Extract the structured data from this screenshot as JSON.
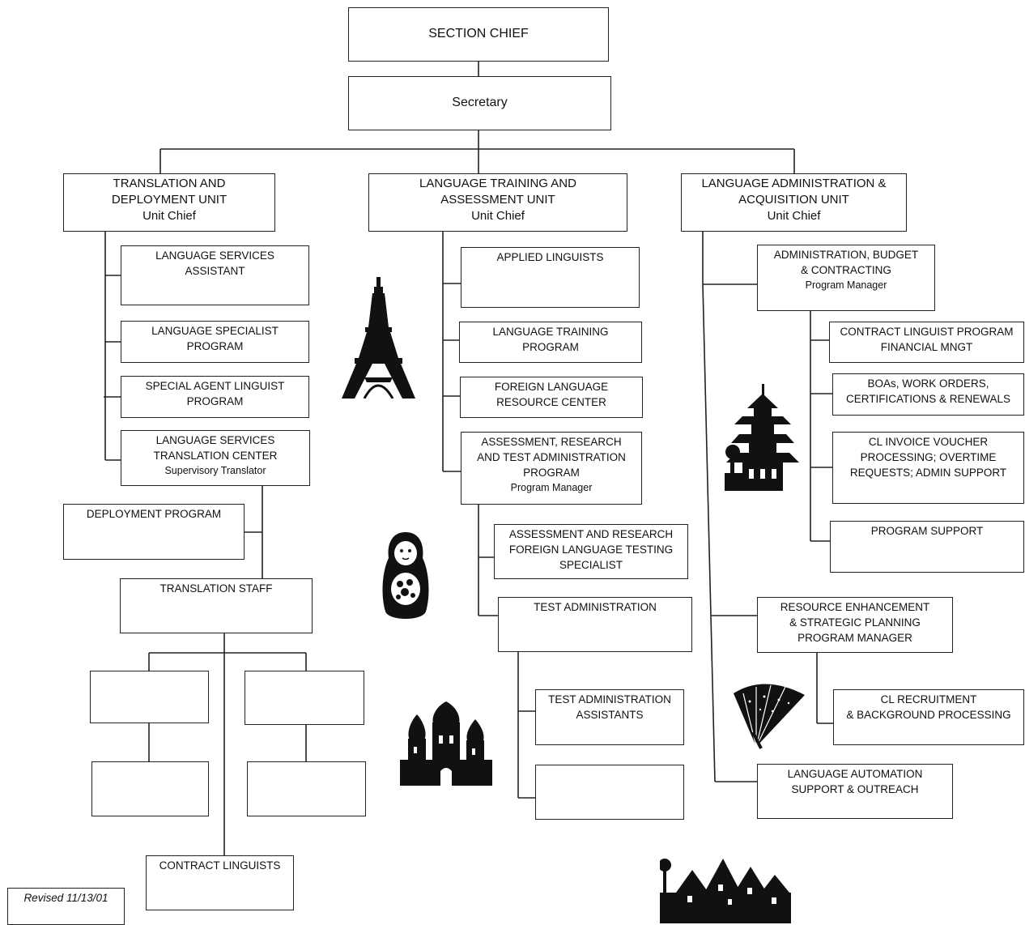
{
  "chart": {
    "section_chief": "SECTION CHIEF",
    "secretary": "Secretary",
    "units": {
      "translation": {
        "line1": "TRANSLATION AND",
        "line2": "DEPLOYMENT UNIT",
        "line3": "Unit Chief"
      },
      "training": {
        "line1": "LANGUAGE TRAINING AND",
        "line2": "ASSESSMENT UNIT",
        "line3": "Unit Chief"
      },
      "admin": {
        "line1": "LANGUAGE ADMINISTRATION &",
        "line2": "ACQUISITION UNIT",
        "line3": "Unit Chief"
      }
    },
    "translation_unit": {
      "lsa": [
        "LANGUAGE SERVICES",
        "ASSISTANT"
      ],
      "lsp": [
        "LANGUAGE SPECIALIST",
        "PROGRAM"
      ],
      "salp": [
        "SPECIAL AGENT LINGUIST",
        "PROGRAM"
      ],
      "lstc": [
        "LANGUAGE SERVICES",
        "TRANSLATION CENTER",
        "Supervisory Translator"
      ],
      "deployment": "DEPLOYMENT PROGRAM",
      "staff": "TRANSLATION STAFF",
      "contract": "CONTRACT LINGUISTS"
    },
    "training_unit": {
      "applied": "APPLIED LINGUISTS",
      "ltp": [
        "LANGUAGE TRAINING",
        "PROGRAM"
      ],
      "flrc": [
        "FOREIGN LANGUAGE",
        "RESOURCE CENTER"
      ],
      "arta": [
        "ASSESSMENT, RESEARCH",
        "AND TEST ADMINISTRATION",
        "PROGRAM",
        "Program Manager"
      ],
      "arfl": [
        "ASSESSMENT AND RESEARCH",
        "FOREIGN LANGUAGE TESTING",
        "SPECIALIST"
      ],
      "ta": "TEST ADMINISTRATION",
      "taa": [
        "TEST ADMINISTRATION",
        "ASSISTANTS"
      ]
    },
    "admin_unit": {
      "abc": [
        "ADMINISTRATION, BUDGET",
        "& CONTRACTING",
        "Program Manager"
      ],
      "clp": [
        "CONTRACT LINGUIST PROGRAM",
        "FINANCIAL MNGT"
      ],
      "boa": [
        "BOAs, WORK ORDERS,",
        "CERTIFICATIONS & RENEWALS"
      ],
      "clinv": [
        "CL INVOICE VOUCHER",
        "PROCESSING; OVERTIME",
        "REQUESTS; ADMIN SUPPORT"
      ],
      "ps": "PROGRAM SUPPORT",
      "resp": [
        "RESOURCE ENHANCEMENT",
        "& STRATEGIC PLANNING",
        "PROGRAM MANAGER"
      ],
      "clr": [
        "CL RECRUITMENT",
        "& BACKGROUND PROCESSING"
      ],
      "laso": [
        "LANGUAGE AUTOMATION",
        "SUPPORT & OUTREACH"
      ]
    },
    "revised": [
      "Revised",
      "11/13/01"
    ]
  },
  "icons": [
    "eiffel-tower-icon",
    "pagoda-icon",
    "matryoshka-doll-icon",
    "hand-fan-icon",
    "onion-dome-cathedral-icon",
    "village-houses-icon"
  ],
  "colors": {
    "line": "#222222",
    "ink": "#111111",
    "background": "#ffffff"
  }
}
